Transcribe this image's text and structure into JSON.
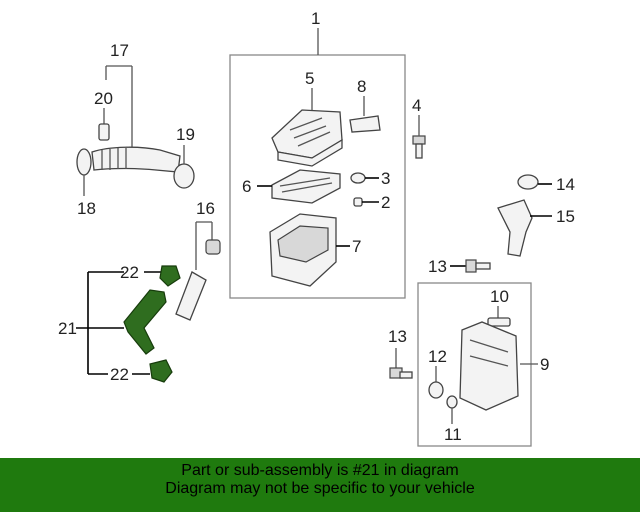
{
  "callouts": {
    "c1": "1",
    "c2": "2",
    "c3": "3",
    "c4": "4",
    "c5": "5",
    "c6": "6",
    "c7": "7",
    "c8": "8",
    "c9": "9",
    "c10": "10",
    "c11": "11",
    "c12": "12",
    "c13a": "13",
    "c13b": "13",
    "c14": "14",
    "c15": "15",
    "c16": "16",
    "c17": "17",
    "c18": "18",
    "c19": "19",
    "c20": "20",
    "c21": "21",
    "c22a": "22",
    "c22b": "22"
  },
  "banner": {
    "line1": "Part or sub-assembly is #21 in diagram",
    "line2": "Diagram may not be specific to your vehicle"
  },
  "colors": {
    "highlight_part": "#2f6d1f",
    "banner_background": "#1f7a0e"
  }
}
